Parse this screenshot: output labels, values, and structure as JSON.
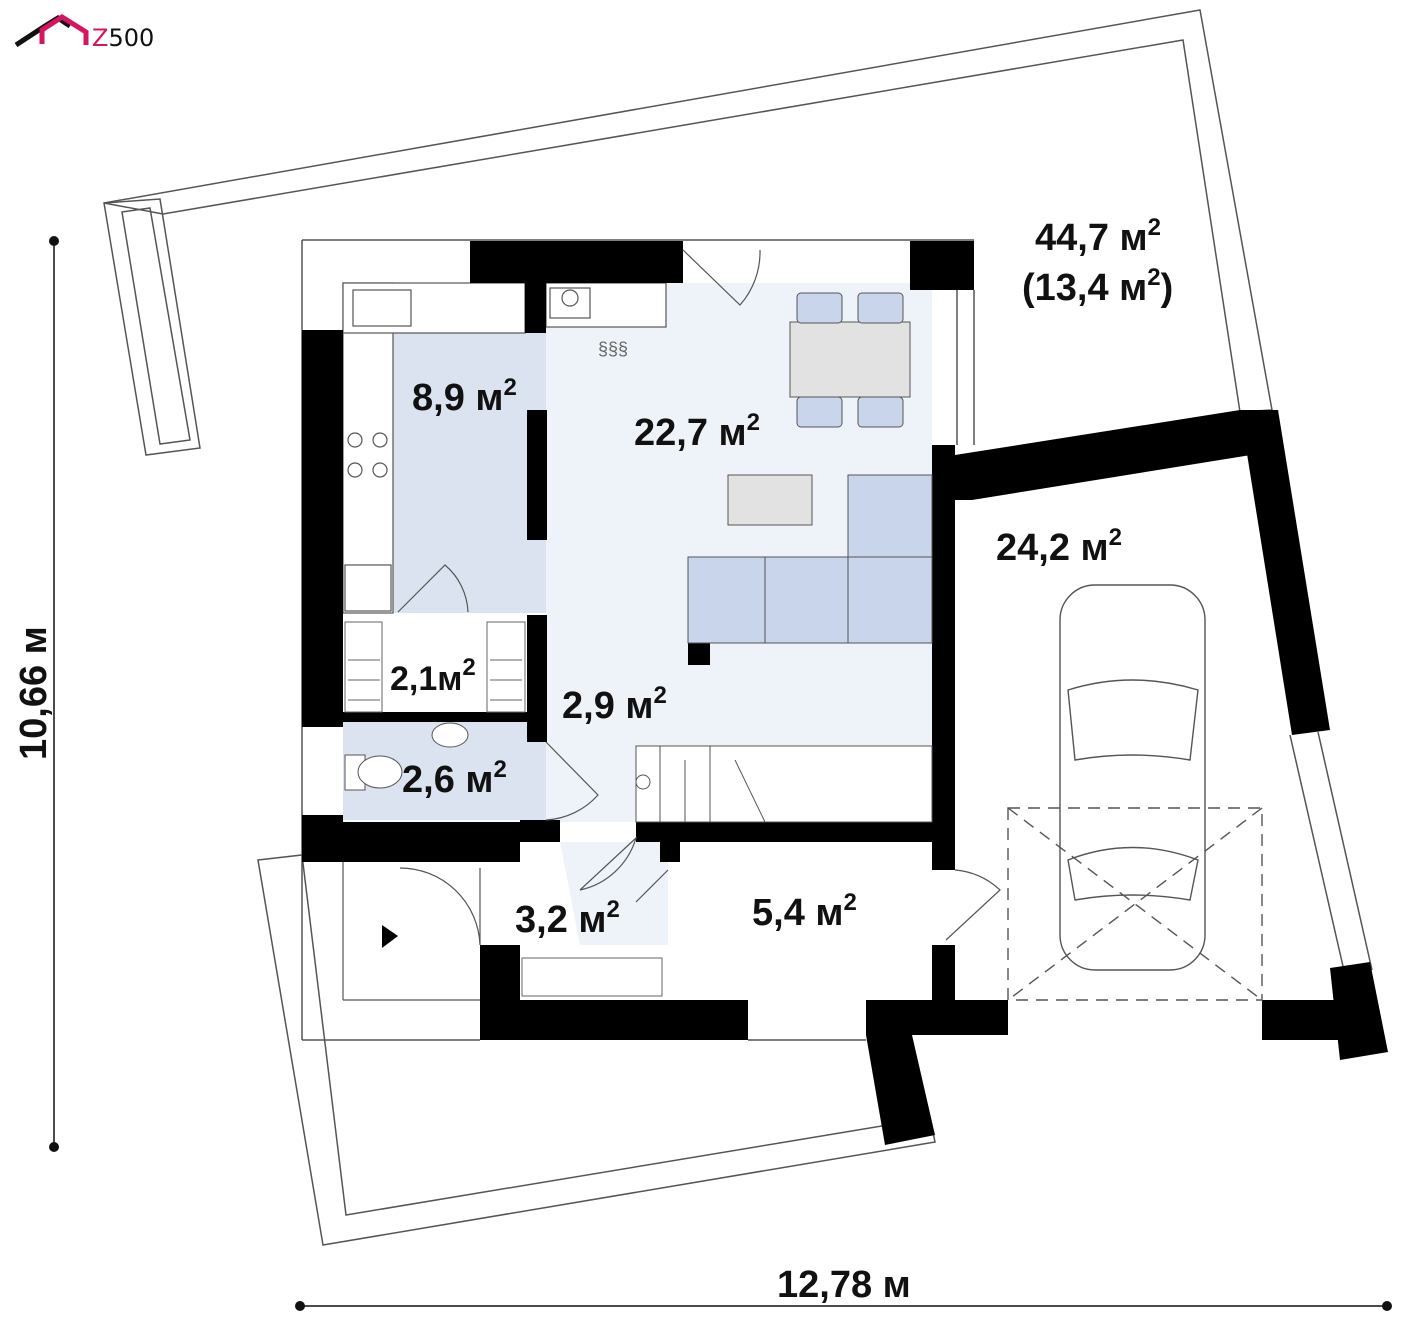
{
  "logo": {
    "text": "Z500",
    "colors": {
      "accent": "#d6145f",
      "dark": "#111111"
    }
  },
  "rooms": [
    {
      "id": "kitchen",
      "area": "8,9 м",
      "sup": "2"
    },
    {
      "id": "living",
      "area": "22,7 м",
      "sup": "2"
    },
    {
      "id": "pantry",
      "area": "2,1м",
      "sup": "2"
    },
    {
      "id": "hall",
      "area": "2,9 м",
      "sup": "2"
    },
    {
      "id": "wc",
      "area": "2,6 м",
      "sup": "2"
    },
    {
      "id": "vestibule",
      "area": "3,2 м",
      "sup": "2"
    },
    {
      "id": "utility",
      "area": "5,4 м",
      "sup": "2"
    },
    {
      "id": "garage",
      "area": "24,2 м",
      "sup": "2"
    },
    {
      "id": "terrace",
      "area": "44,7 м",
      "sup": "2",
      "sub_area": "(13,4 м",
      "sub_sup": "2",
      "sub_close": ")"
    }
  ],
  "dimensions": {
    "height": "10,66 м",
    "width": "12,78 м"
  },
  "colors": {
    "wall": "#000000",
    "room_fill": "#dbe3f1",
    "open_fill": "#eef2f9",
    "furniture": "#c9d5ea"
  }
}
